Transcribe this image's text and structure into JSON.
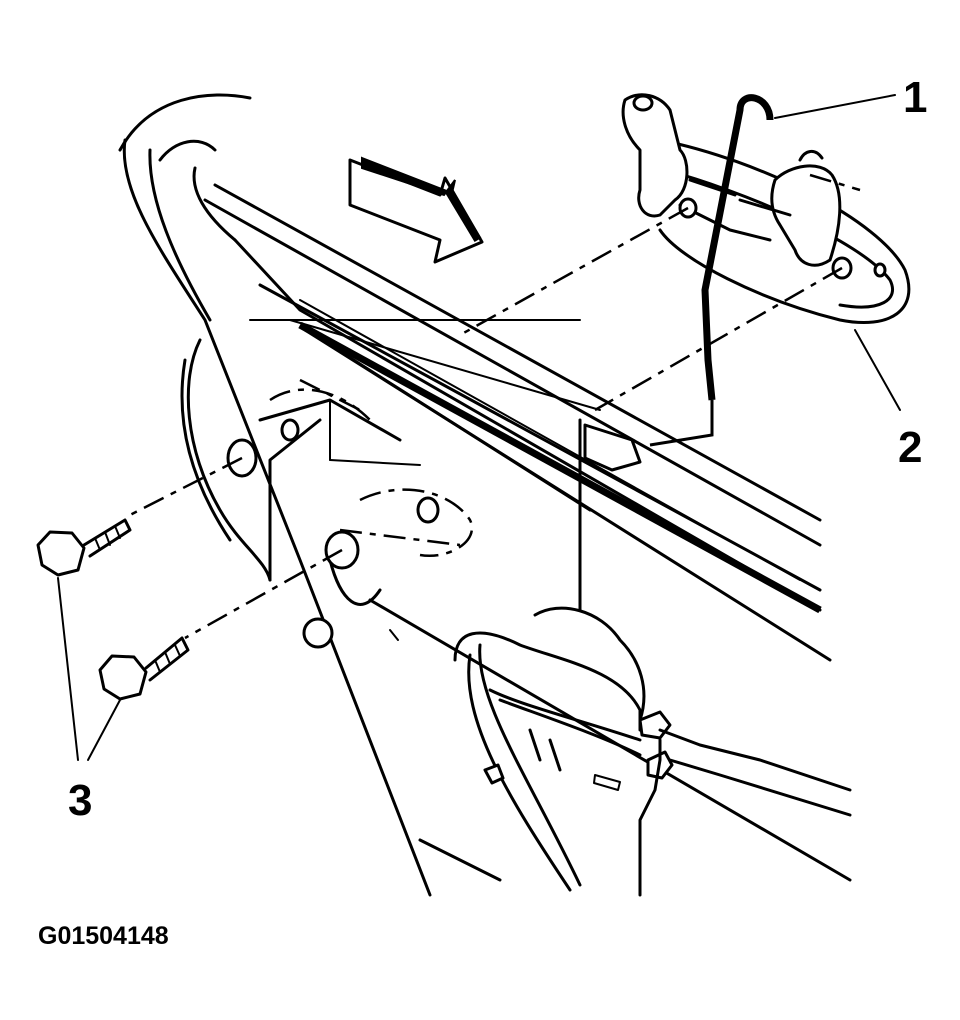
{
  "callouts": [
    {
      "id": "1",
      "label": "1"
    },
    {
      "id": "2",
      "label": "2"
    },
    {
      "id": "3",
      "label": "3"
    }
  ],
  "figure_code": "G01504148"
}
